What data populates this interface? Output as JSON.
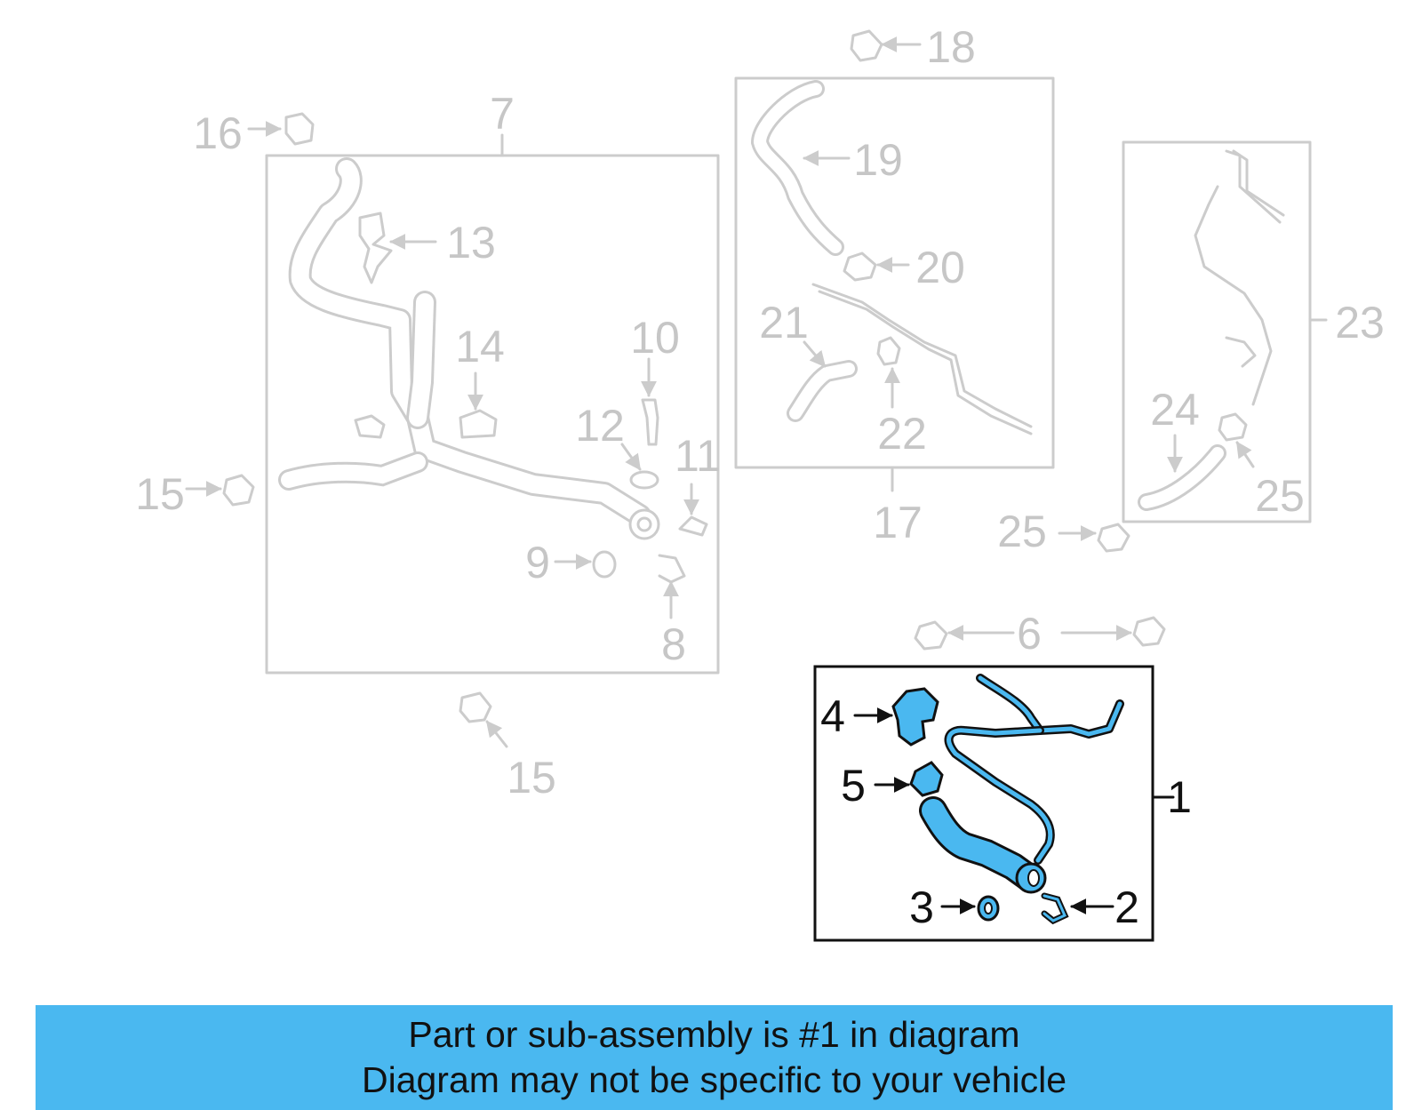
{
  "colors": {
    "highlight": "#4ab8f0",
    "banner": "#4ab8f0",
    "inactive": "#cccccc",
    "ink": "#111111"
  },
  "labels": {
    "l1": "1",
    "l2": "2",
    "l3": "3",
    "l4": "4",
    "l5": "5",
    "l6": "6",
    "l7": "7",
    "l8": "8",
    "l9": "9",
    "l10": "10",
    "l11": "11",
    "l12": "12",
    "l13": "13",
    "l14": "14",
    "l15a": "15",
    "l15b": "15",
    "l16": "16",
    "l17": "17",
    "l18": "18",
    "l19": "19",
    "l20": "20",
    "l21": "21",
    "l22": "22",
    "l23": "23",
    "l24": "24",
    "l25a": "25",
    "l25b": "25"
  },
  "banner": {
    "line1": "Part or sub-assembly is #1 in diagram",
    "line2": "Diagram may not be specific to your vehicle"
  }
}
